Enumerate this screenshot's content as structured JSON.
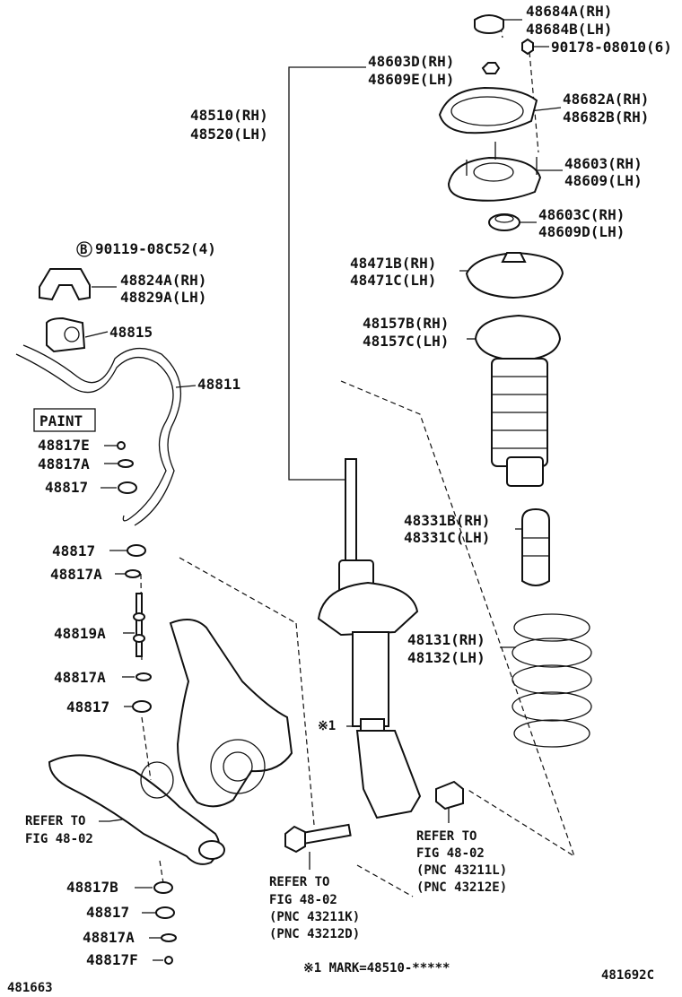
{
  "labels": {
    "cap_rh": "48684A(RH)",
    "cap_lh": "48684B(LH)",
    "nut_90178": "90178-08010(6)",
    "nut_rh": "48603D(RH)",
    "nut_lh": "48609E(LH)",
    "strut_rh": "48510(RH)",
    "strut_lh": "48520(LH)",
    "gasket_rh": "48682A(RH)",
    "gasket_rh2": "48682B(RH)",
    "support_rh": "48603(RH)",
    "support_lh": "48609(LH)",
    "bearing_rh": "48603C(RH)",
    "bearing_lh": "48609D(LH)",
    "seat_rh": "48471B(RH)",
    "seat_lh": "48471C(LH)",
    "bolt_b": "B",
    "bolt_90119": "90119-08C52(4)",
    "bracket_rh": "48824A(RH)",
    "bracket_lh": "48829A(LH)",
    "bushing": "48815",
    "boot_rh": "48157B(RH)",
    "boot_lh": "48157C(LH)",
    "stabilizer": "48811",
    "paint": "PAINT",
    "s_48817E": "48817E",
    "s_48817A_1": "48817A",
    "s_48817_1": "48817",
    "bumper_rh": "48331B(RH)",
    "bumper_lh": "48331C(LH)",
    "s_48817_2": "48817",
    "s_48817A_2": "48817A",
    "link": "48819A",
    "spring_rh": "48131(RH)",
    "spring_lh": "48132(LH)",
    "s_48817A_3": "48817A",
    "s_48817_3": "48817",
    "mark_ref": "※1",
    "refer_to_1": "REFER TO",
    "fig_1": "FIG 48-02",
    "refer_to_2": "REFER TO",
    "fig_2": "FIG 48-02",
    "pnc_2a": "(PNC 43211L)",
    "pnc_2b": "(PNC 43212E)",
    "refer_to_3": "REFER TO",
    "fig_3": "FIG 48-02",
    "pnc_3a": "(PNC 43211K)",
    "pnc_3b": "(PNC 43212D)",
    "s_48817B": "48817B",
    "s_48817_4": "48817",
    "s_48817A_4": "48817A",
    "s_48817F": "48817F",
    "mark_note": "※1 MARK=48510-*****",
    "code_left": "481663",
    "code_right": "481692C"
  }
}
